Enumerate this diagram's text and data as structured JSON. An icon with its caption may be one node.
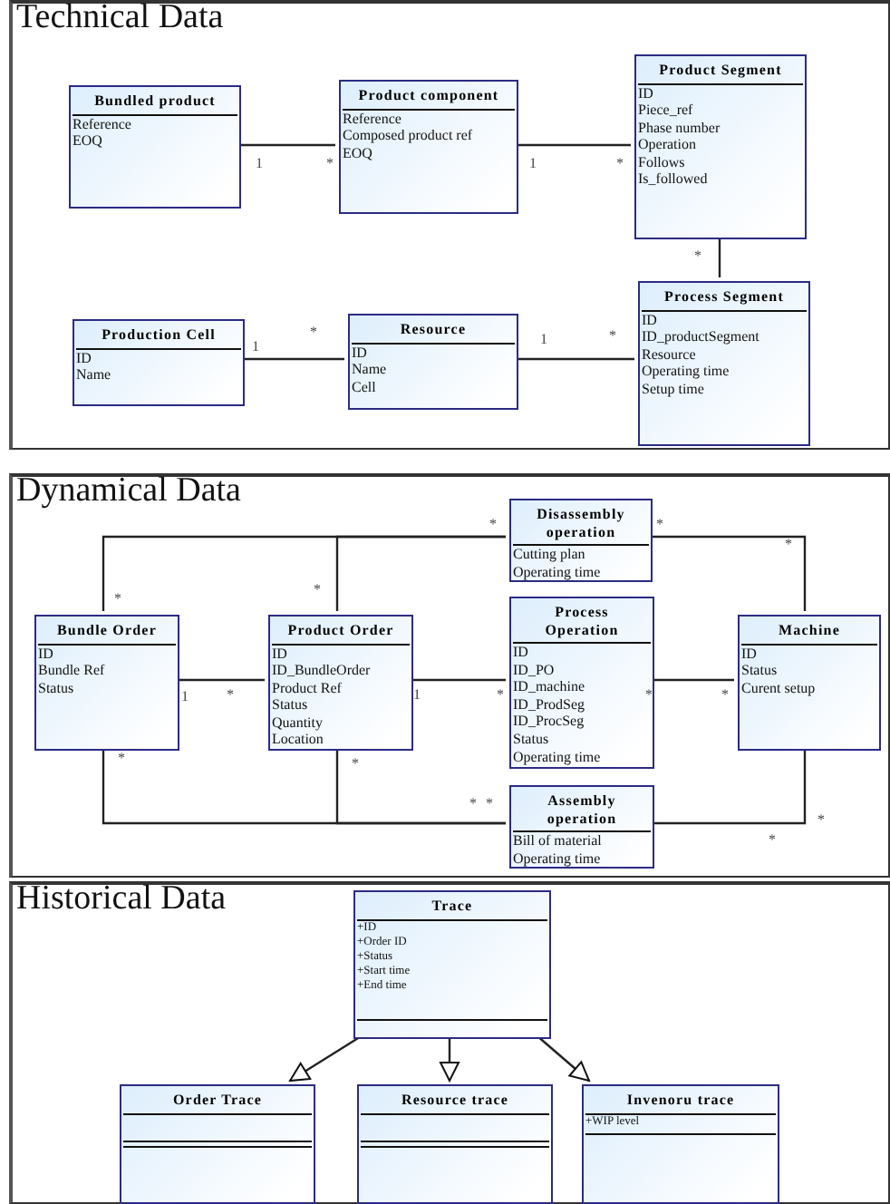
{
  "diagram": {
    "nodes": [
      {
        "text": [
          "Technical Data"
        ]
      },
      {
        "text": [
          "Bundled product",
          "Reference",
          "EOQ"
        ],
        "in": 0
      },
      {
        "text": [
          "Product component",
          "Reference",
          "Composed product ref",
          "EOQ"
        ],
        "in": 0
      },
      {
        "text": [
          "Product Segment",
          "ID",
          "Piece_ref",
          "Phase number",
          "Operation",
          "Follows",
          "Is_followed"
        ],
        "in": 0
      },
      {
        "text": [
          "Production Cell",
          "ID",
          "Name"
        ],
        "in": 0
      },
      {
        "text": [
          "Resource",
          "ID",
          "Name",
          "Cell"
        ],
        "in": 0
      },
      {
        "text": [
          "Process Segment",
          "ID",
          "ID_productSegment",
          "Resource",
          "Operating time",
          "Setup time"
        ],
        "in": 0
      },
      {
        "text": [
          "Dynamical Data"
        ]
      },
      {
        "text": [
          "Disassembly operation",
          "Cutting plan",
          "Operating time"
        ],
        "in": 7
      },
      {
        "text": [
          "Bundle Order",
          "ID",
          "Bundle Ref",
          "Status"
        ],
        "in": 7
      },
      {
        "text": [
          "Product Order",
          "ID",
          "ID_BundleOrder",
          "Product Ref",
          "Status",
          "Quantity",
          "Location"
        ],
        "in": 7
      },
      {
        "text": [
          "Process Operation",
          "ID",
          "ID_PO",
          "ID_machine",
          "ID_ProdSeg",
          "ID_ProcSeg",
          "Status",
          "Operating time"
        ],
        "in": 7
      },
      {
        "text": [
          "Machine",
          "ID",
          "Status",
          "Curent setup"
        ],
        "in": 7
      },
      {
        "text": [
          "Assembly operation",
          "Bill of material",
          "Operating time"
        ],
        "in": 7
      },
      {
        "text": [
          "Historical Data"
        ]
      },
      {
        "text": [
          "Trace",
          "+ID",
          "+Order ID",
          "+Status",
          "+Start time",
          "+End time"
        ],
        "in": 14
      },
      {
        "text": [
          "Order Trace"
        ],
        "in": 14
      },
      {
        "text": [
          "Resource trace"
        ],
        "in": 14
      },
      {
        "text": [
          "Invenoru trace",
          "+WIP level"
        ],
        "in": 14
      }
    ],
    "edges": [
      {
        "from": 1,
        "to": 2,
        "arrow": "none"
      },
      {
        "from": 2,
        "to": 3,
        "arrow": "none"
      },
      {
        "from": 3,
        "to": 6,
        "arrow": "none"
      },
      {
        "from": 4,
        "to": 5,
        "arrow": "none"
      },
      {
        "from": 5,
        "to": 6,
        "arrow": "none"
      },
      {
        "from": 9,
        "to": 8,
        "arrow": "none"
      },
      {
        "from": 10,
        "to": 8,
        "arrow": "none"
      },
      {
        "from": 8,
        "to": 12,
        "arrow": "none"
      },
      {
        "from": 9,
        "to": 10,
        "arrow": "none"
      },
      {
        "from": 10,
        "to": 11,
        "arrow": "none"
      },
      {
        "from": 11,
        "to": 12,
        "arrow": "none"
      },
      {
        "from": 9,
        "to": 13,
        "arrow": "none"
      },
      {
        "from": 10,
        "to": 13,
        "arrow": "none"
      },
      {
        "from": 13,
        "to": 12,
        "arrow": "none"
      },
      {
        "from": 15,
        "to": 16,
        "arrow": "to"
      },
      {
        "from": 15,
        "to": 17,
        "arrow": "to"
      },
      {
        "from": 15,
        "to": 18,
        "arrow": "to"
      }
    ],
    "labels": [
      "1",
      "*",
      "1",
      "*",
      "*",
      "*",
      "1",
      "1",
      "*",
      "*",
      "*",
      "*",
      "*",
      "*",
      "1",
      "*",
      "1",
      "*",
      "*",
      "*",
      "*",
      "*",
      "*",
      "*",
      "*",
      "*"
    ]
  }
}
